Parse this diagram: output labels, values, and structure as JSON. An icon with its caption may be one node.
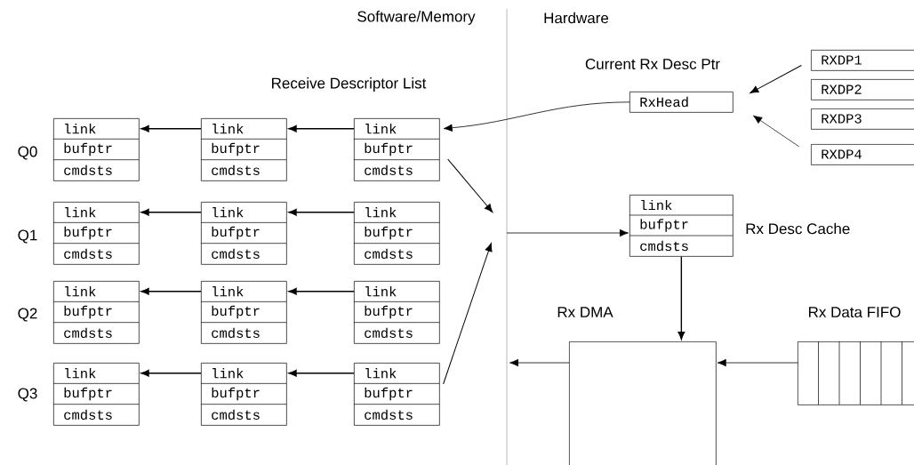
{
  "diagram": {
    "nodes": [
      {
        "text": [
          "RxHead"
        ],
        "beside": [
          "Current Rx Desc Ptr"
        ]
      },
      {
        "text": [
          "RXDP1"
        ]
      },
      {
        "text": [
          "RXDP2"
        ]
      },
      {
        "text": [
          "RXDP3"
        ]
      },
      {
        "text": [
          "RXDP4"
        ]
      },
      {
        "text": [
          "link",
          "bufptr",
          "cmdsts"
        ]
      },
      {
        "text": [
          "link",
          "bufptr",
          "cmdsts"
        ]
      },
      {
        "text": [
          "link",
          "bufptr",
          "cmdsts"
        ]
      },
      {
        "text": [
          "link",
          "bufptr",
          "cmdsts"
        ]
      },
      {
        "text": [
          "link",
          "bufptr",
          "cmdsts"
        ]
      },
      {
        "text": [
          "link",
          "bufptr",
          "cmdsts"
        ]
      },
      {
        "text": [
          "link",
          "bufptr",
          "cmdsts"
        ]
      },
      {
        "text": [
          "link",
          "bufptr",
          "cmdsts"
        ]
      },
      {
        "text": [
          "link",
          "bufptr",
          "cmdsts"
        ]
      },
      {
        "text": [
          "link",
          "bufptr",
          "cmdsts"
        ]
      },
      {
        "text": [
          "link",
          "bufptr",
          "cmdsts"
        ]
      },
      {
        "text": [
          "link",
          "bufptr",
          "cmdsts"
        ]
      },
      {
        "text": [
          "link",
          "bufptr",
          "cmdsts"
        ],
        "beside": [
          "Rx Desc Cache"
        ]
      },
      {
        "text": [
          "Rx DMA"
        ]
      },
      {
        "text": [
          "Rx Data FIFO"
        ]
      }
    ],
    "edges": [
      {
        "from": 7,
        "to": 6,
        "arrow": "to"
      },
      {
        "from": 6,
        "to": 5,
        "arrow": "to"
      },
      {
        "from": 10,
        "to": 9,
        "arrow": "to"
      },
      {
        "from": 9,
        "to": 8,
        "arrow": "to"
      },
      {
        "from": 13,
        "to": 12,
        "arrow": "to"
      },
      {
        "from": 12,
        "to": 11,
        "arrow": "to"
      },
      {
        "from": 16,
        "to": 15,
        "arrow": "to"
      },
      {
        "from": 15,
        "to": 14,
        "arrow": "to"
      },
      {
        "from": 0,
        "to": 7,
        "arrow": "to"
      },
      {
        "from": 1,
        "to": 0,
        "arrow": "to"
      },
      {
        "from": 4,
        "to": 0,
        "arrow": "to"
      },
      {
        "from": 7,
        "to": null,
        "arrow": "to"
      },
      {
        "from": 16,
        "to": null,
        "arrow": "to"
      },
      {
        "from": null,
        "to": 17,
        "arrow": "to"
      },
      {
        "from": 17,
        "to": 18,
        "arrow": "to"
      },
      {
        "from": 19,
        "to": 18,
        "arrow": "to"
      },
      {
        "from": 18,
        "to": null,
        "arrow": "to"
      }
    ],
    "labels": [
      "Software/Memory",
      "Hardware",
      "Receive Descriptor List",
      "Q0",
      "Q1",
      "Q2",
      "Q3"
    ]
  }
}
